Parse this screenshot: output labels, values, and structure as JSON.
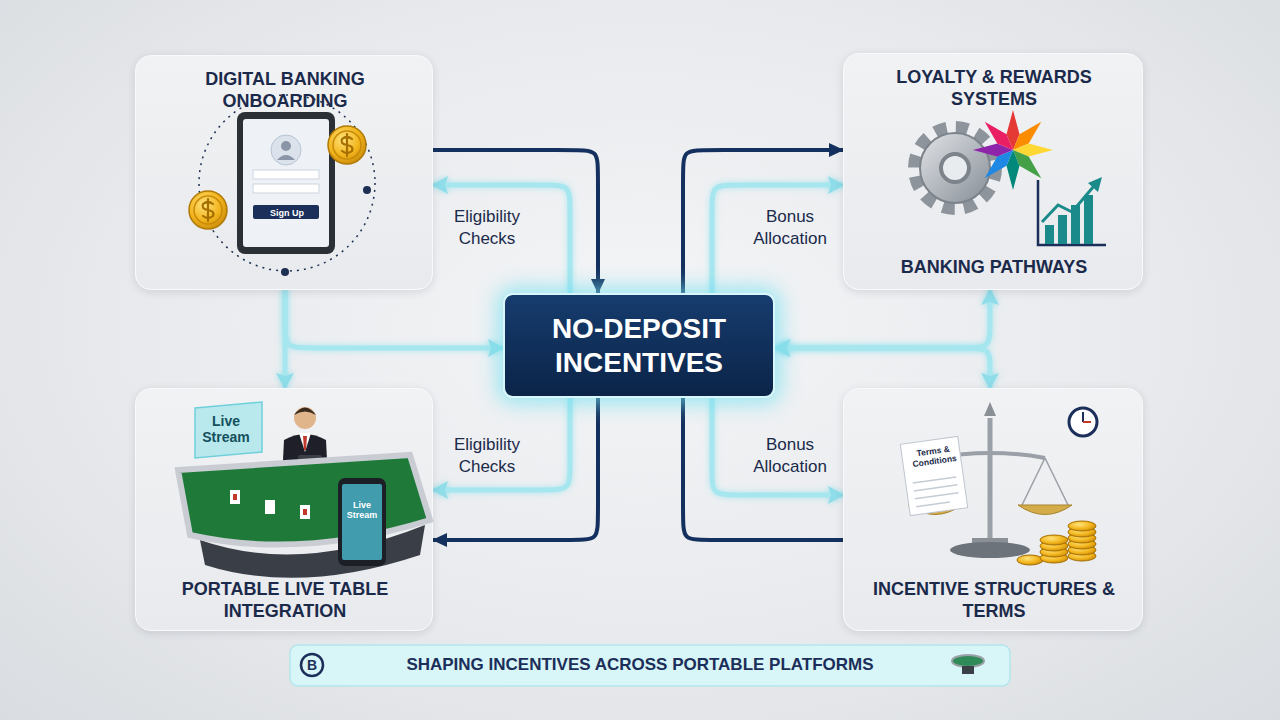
{
  "diagram": {
    "caption": "SHAPING INCENTIVES ACROSS PORTABLE PLATFORMS",
    "nodes": [
      {
        "text": [
          "DIGITAL BANKING ONBOARDING",
          "Sign Up"
        ]
      },
      {
        "text": [
          "LOYALTY & REWARDS SYSTEMS",
          "BANKING PATHWAYS"
        ]
      },
      {
        "text": [
          "NO-DEPOSIT INCENTIVES"
        ]
      },
      {
        "text": [
          "Live Stream",
          "Live Stream",
          "PORTABLE LIVE TABLE INTEGRATION"
        ]
      },
      {
        "text": [
          "Terms & Conditions",
          "INCENTIVE STRUCTURES & TERMS"
        ]
      }
    ],
    "edges": [
      {
        "from": 0,
        "to": 2,
        "arrow": "to"
      },
      {
        "from": 2,
        "to": 0,
        "label": "Eligibility Checks",
        "arrow": "to"
      },
      {
        "from": 0,
        "to": 2,
        "arrow": "to"
      },
      {
        "from": 0,
        "to": 3,
        "arrow": "to"
      },
      {
        "from": 2,
        "to": 3,
        "label": "Eligibility Checks",
        "arrow": "to"
      },
      {
        "from": 2,
        "to": 3,
        "arrow": "to"
      },
      {
        "from": 2,
        "to": 1,
        "arrow": "to"
      },
      {
        "from": 2,
        "to": 1,
        "label": "Bonus Allocation",
        "arrow": "to"
      },
      {
        "from": 2,
        "to": 1,
        "arrow": "both"
      },
      {
        "from": 2,
        "to": 4,
        "arrow": "both"
      },
      {
        "from": 2,
        "to": 4,
        "label": "Bonus Allocation",
        "arrow": "to"
      },
      {
        "from": 2,
        "to": 4,
        "arrow": "none"
      }
    ],
    "labels": [
      "B"
    ]
  }
}
